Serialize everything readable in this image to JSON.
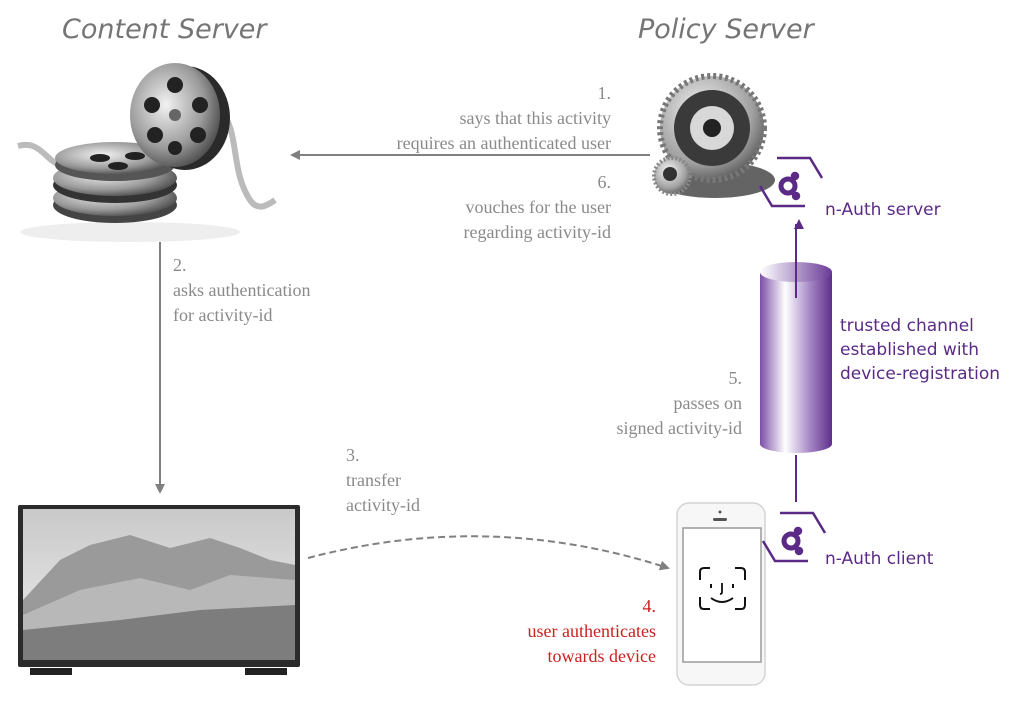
{
  "headings": {
    "content_server": "Content Server",
    "policy_server": "Policy Server"
  },
  "steps": [
    {
      "number": "1.",
      "lines": [
        "says that this activity",
        "requires an authenticated user"
      ]
    },
    {
      "number": "2.",
      "lines": [
        "asks authentication",
        "for activity-id"
      ]
    },
    {
      "number": "3.",
      "lines": [
        "transfer",
        "activity-id"
      ]
    },
    {
      "number": "4.",
      "lines": [
        "user authenticates",
        "towards device"
      ]
    },
    {
      "number": "5.",
      "lines": [
        "passes on",
        "signed activity-id"
      ]
    },
    {
      "number": "6.",
      "lines": [
        "vouches for the user",
        "regarding activity-id"
      ]
    }
  ],
  "nauth": {
    "server_label": "n-Auth server",
    "client_label": "n-Auth client",
    "channel_lines": [
      "trusted channel",
      "established with",
      "device-registration"
    ]
  },
  "icons": {
    "content_server": "film-reels-icon",
    "policy_server": "gears-icon",
    "tv": "television-icon",
    "phone": "smartphone-face-id-icon",
    "nauth_logo": "n-auth-logo-icon",
    "channel": "cylinder-channel-icon"
  },
  "colors": {
    "heading": "#757575",
    "step_text": "#8a8a8a",
    "step4_text": "#cc1f1f",
    "arrow": "#808080",
    "purple": "#5a2a86"
  }
}
